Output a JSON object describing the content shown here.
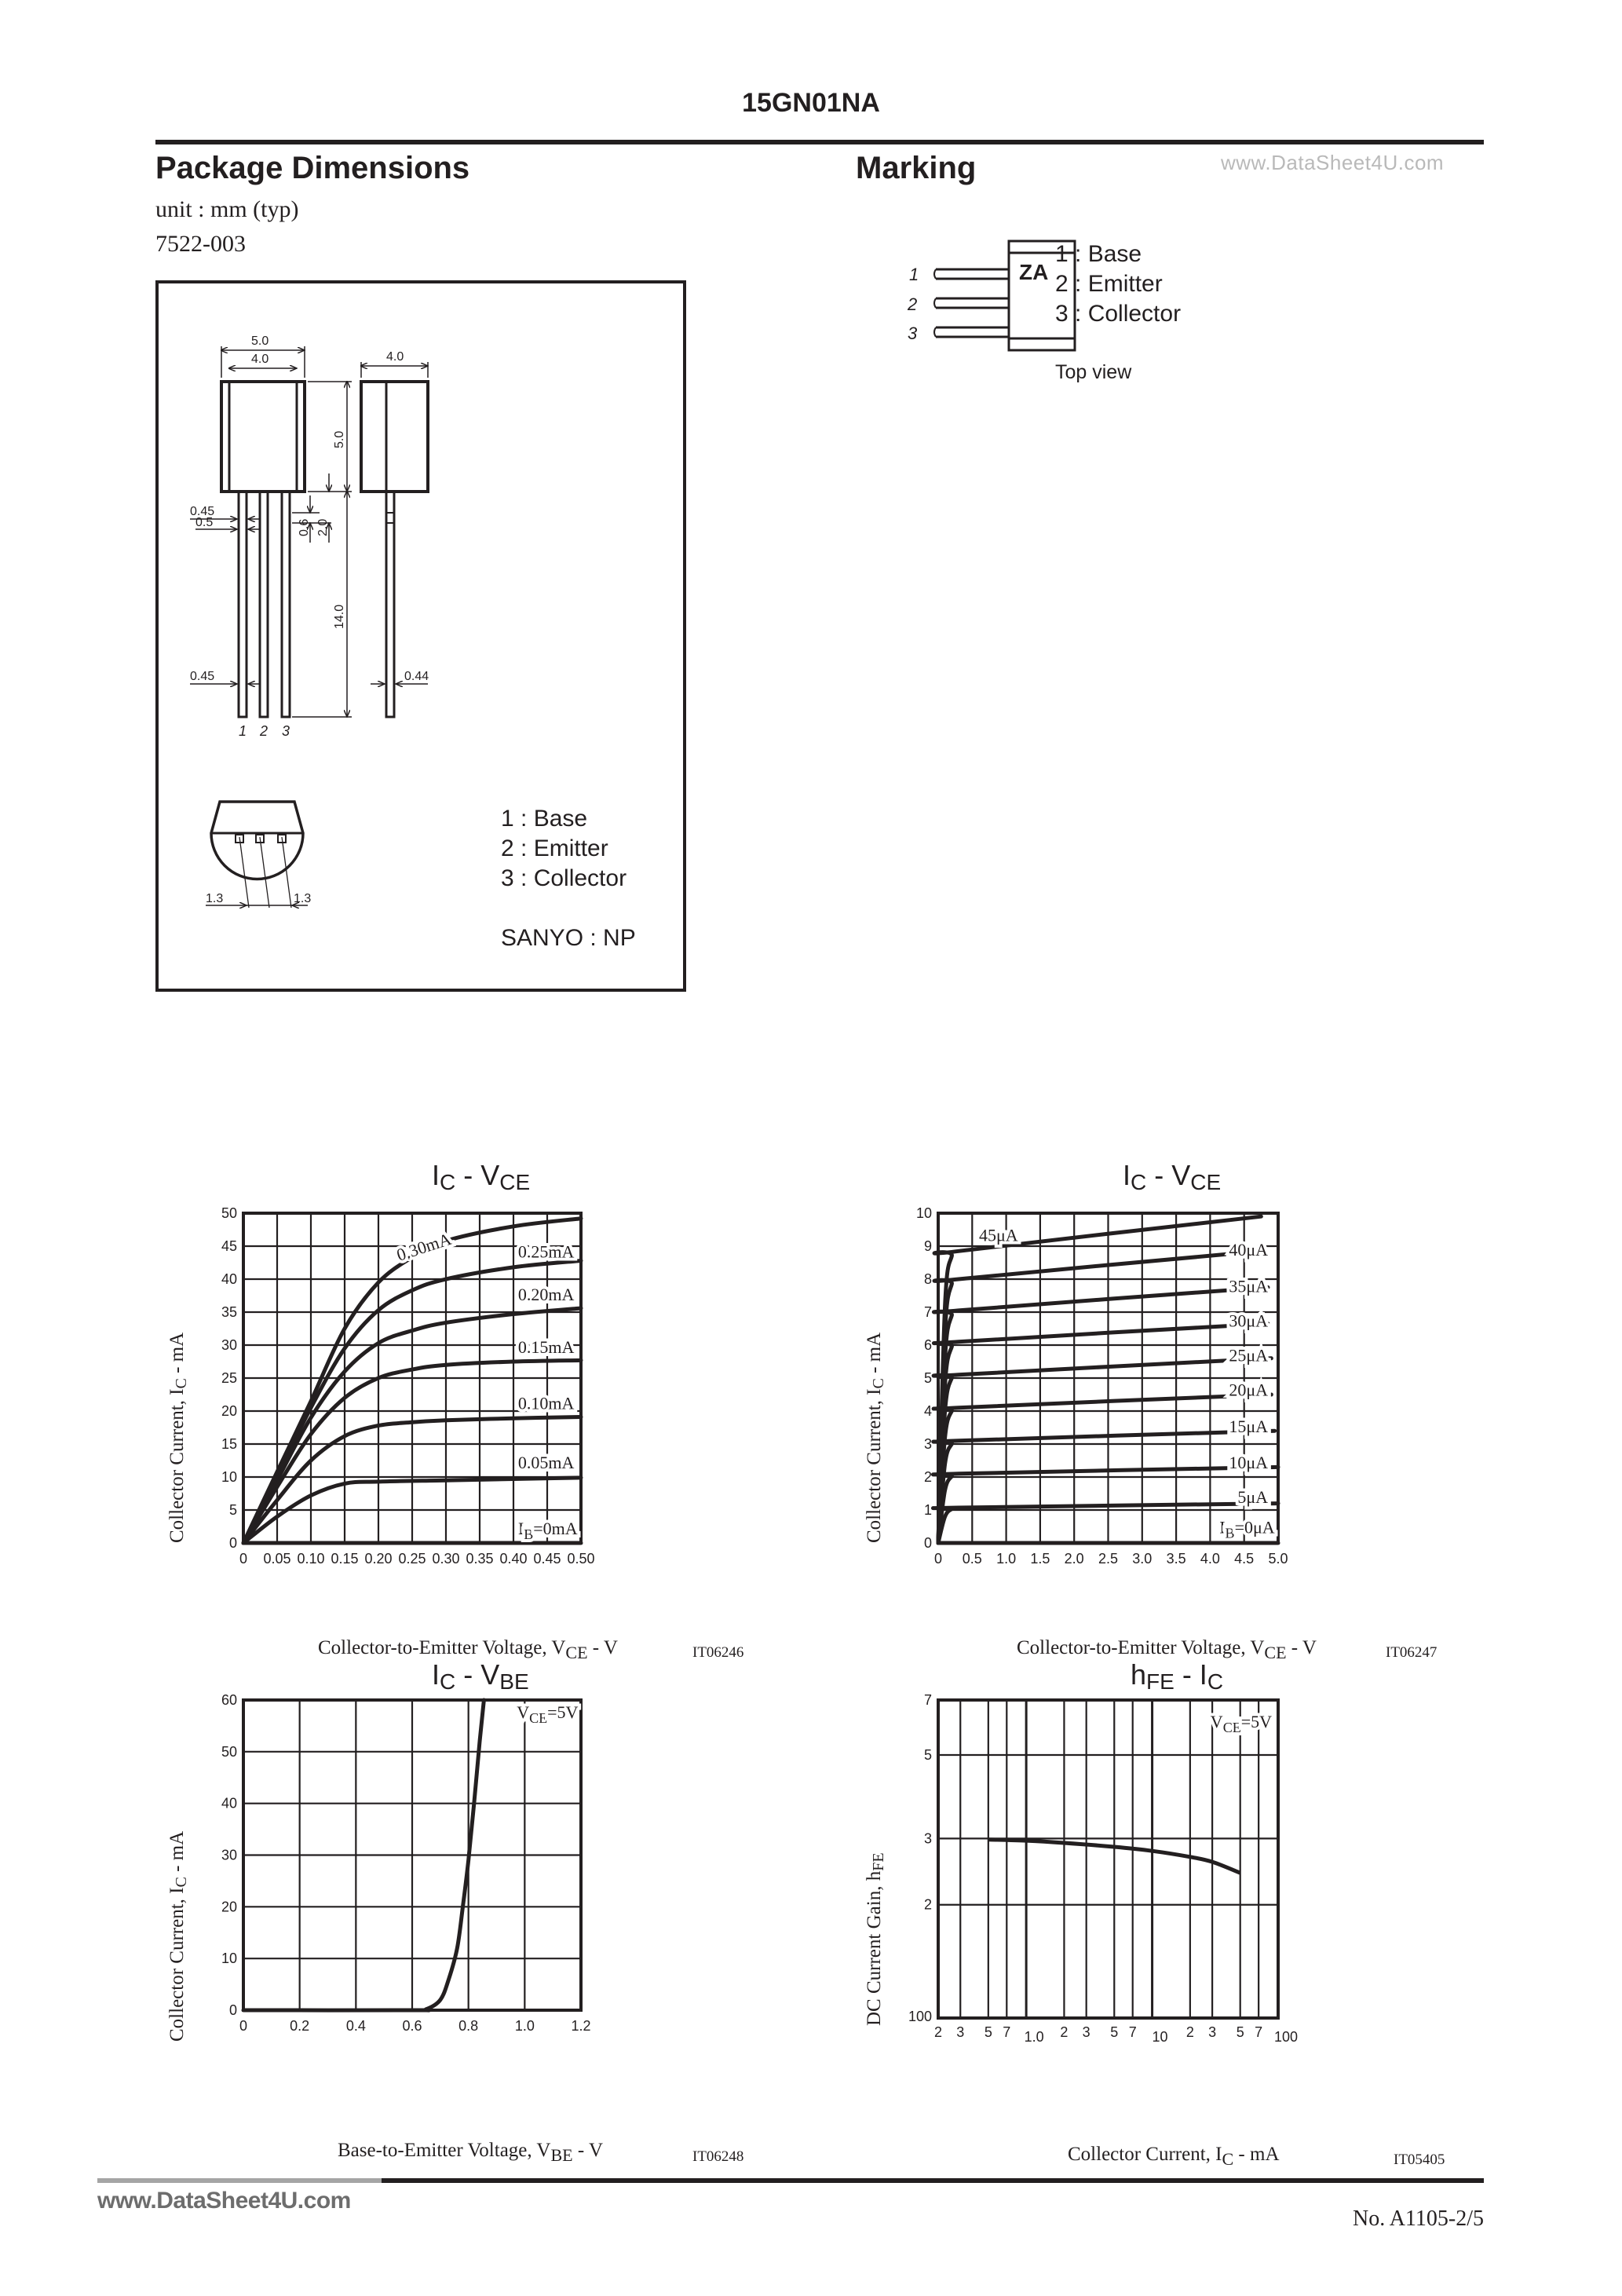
{
  "header": {
    "part_number": "15GN01NA",
    "watermark": "www.DataSheet4U.com"
  },
  "package_dimensions": {
    "title": "Package Dimensions",
    "unit": "unit : mm (typ)",
    "package_code": "7522-003",
    "dimensions": {
      "body_width_outer": "5.0",
      "body_width_inner": "4.0",
      "side_width": "4.0",
      "body_height": "5.0",
      "lead_width_top": "0.45",
      "lead_shoulder": "0.5",
      "shoulder_height": "0.6",
      "shoulder_offset": "2.0",
      "lead_length": "14.0",
      "lead_width_bottom": "0.45",
      "lead_thickness": "0.44",
      "pitch_left": "1.3",
      "pitch_right": "1.3"
    },
    "pin_numbers": [
      "1",
      "2",
      "3"
    ],
    "pins": [
      "1 : Base",
      "2 : Emitter",
      "3 : Collector"
    ],
    "package_name": "SANYO : NP"
  },
  "marking": {
    "title": "Marking",
    "code": "ZA",
    "pin_numbers": [
      "1",
      "2",
      "3"
    ],
    "pins": [
      "1 : Base",
      "2 : Emitter",
      "3 : Collector"
    ],
    "view": "Top view"
  },
  "chart_data": [
    {
      "id": "IT06246",
      "type": "line",
      "title": "IC - VCE",
      "xlabel": "Collector-to-Emitter Voltage, VCE - V",
      "ylabel": "Collector Current, IC - mA",
      "xlim": [
        0,
        0.5
      ],
      "ylim": [
        0,
        50
      ],
      "xticks": [
        "0",
        "0.05",
        "0.10",
        "0.15",
        "0.20",
        "0.25",
        "0.30",
        "0.35",
        "0.40",
        "0.45",
        "0.50"
      ],
      "yticks": [
        "0",
        "5",
        "10",
        "15",
        "20",
        "25",
        "30",
        "35",
        "40",
        "45",
        "50"
      ],
      "grid": true,
      "series": [
        {
          "name": "IB=0mA",
          "x": [
            0,
            0.5
          ],
          "y": [
            0,
            0
          ]
        },
        {
          "name": "0.05mA",
          "x": [
            0,
            0.05,
            0.1,
            0.15,
            0.2,
            0.3,
            0.4,
            0.5
          ],
          "y": [
            0,
            4,
            7.2,
            9.0,
            9.3,
            9.5,
            9.7,
            9.9
          ]
        },
        {
          "name": "0.10mA",
          "x": [
            0,
            0.05,
            0.1,
            0.15,
            0.2,
            0.25,
            0.3,
            0.4,
            0.5
          ],
          "y": [
            0,
            6.5,
            12.5,
            16.2,
            17.8,
            18.3,
            18.6,
            18.9,
            19.1
          ]
        },
        {
          "name": "0.15mA",
          "x": [
            0,
            0.05,
            0.1,
            0.15,
            0.2,
            0.25,
            0.3,
            0.4,
            0.5
          ],
          "y": [
            0,
            8.5,
            16.5,
            22,
            25,
            26.3,
            27,
            27.5,
            27.7
          ]
        },
        {
          "name": "0.20mA",
          "x": [
            0,
            0.05,
            0.1,
            0.15,
            0.2,
            0.25,
            0.3,
            0.4,
            0.5
          ],
          "y": [
            0,
            9.5,
            19,
            26,
            30.3,
            32.2,
            33.4,
            34.7,
            35.6
          ]
        },
        {
          "name": "0.25mA",
          "x": [
            0,
            0.05,
            0.1,
            0.15,
            0.2,
            0.25,
            0.3,
            0.4,
            0.5
          ],
          "y": [
            0,
            10.2,
            20.5,
            29.5,
            35.3,
            38.3,
            40,
            41.8,
            42.8
          ]
        },
        {
          "name": "0.30mA",
          "x": [
            0,
            0.05,
            0.1,
            0.15,
            0.2,
            0.25,
            0.3,
            0.4,
            0.5
          ],
          "y": [
            0,
            10.8,
            21.5,
            32.5,
            39.5,
            43.3,
            45.8,
            48,
            49.2
          ]
        }
      ],
      "annotations": [
        "0.30mA",
        "0.25mA",
        "0.20mA",
        "0.15mA",
        "0.10mA",
        "0.05mA",
        "IB=0mA"
      ],
      "code": "IT06246"
    },
    {
      "id": "IT06247",
      "type": "line",
      "title": "IC - VCE",
      "xlabel": "Collector-to-Emitter Voltage, VCE - V",
      "ylabel": "Collector Current, IC - mA",
      "xlim": [
        0,
        5.0
      ],
      "ylim": [
        0,
        10
      ],
      "xticks": [
        "0",
        "0.5",
        "1.0",
        "1.5",
        "2.0",
        "2.5",
        "3.0",
        "3.5",
        "4.0",
        "4.5",
        "5.0"
      ],
      "yticks": [
        "0",
        "1",
        "2",
        "3",
        "4",
        "5",
        "6",
        "7",
        "8",
        "9",
        "10"
      ],
      "grid": true,
      "series": [
        {
          "name": "IB=0μA",
          "x": [
            0,
            5.0
          ],
          "y": [
            0,
            0
          ]
        },
        {
          "name": "5μA",
          "x": [
            0,
            0.1,
            0.2,
            0.3,
            5.0
          ],
          "y": [
            0,
            0.8,
            1.03,
            1.07,
            1.2
          ]
        },
        {
          "name": "10μA",
          "x": [
            0,
            0.1,
            0.2,
            0.3,
            5.0
          ],
          "y": [
            0,
            1.6,
            2.02,
            2.1,
            2.3
          ]
        },
        {
          "name": "15μA",
          "x": [
            0,
            0.1,
            0.2,
            0.3,
            4.95
          ],
          "y": [
            0,
            2.4,
            3.0,
            3.1,
            3.4
          ]
        },
        {
          "name": "20μA",
          "x": [
            0,
            0.1,
            0.2,
            0.3,
            4.9
          ],
          "y": [
            0,
            3.2,
            4.0,
            4.1,
            4.5
          ]
        },
        {
          "name": "25μA",
          "x": [
            0,
            0.1,
            0.2,
            0.3,
            4.9
          ],
          "y": [
            0,
            4.0,
            5.0,
            5.1,
            5.6
          ]
        },
        {
          "name": "30μA",
          "x": [
            0,
            0.1,
            0.2,
            0.3,
            4.85
          ],
          "y": [
            0,
            4.8,
            5.95,
            6.1,
            6.65
          ]
        },
        {
          "name": "35μA",
          "x": [
            0,
            0.1,
            0.2,
            0.3,
            4.85
          ],
          "y": [
            0,
            5.6,
            6.9,
            7.05,
            7.75
          ]
        },
        {
          "name": "40μA",
          "x": [
            0,
            0.1,
            0.2,
            0.3,
            4.75
          ],
          "y": [
            0,
            6.4,
            7.85,
            8.0,
            8.85
          ]
        },
        {
          "name": "45μA",
          "x": [
            0,
            0.1,
            0.2,
            0.3,
            4.75
          ],
          "y": [
            0,
            7.2,
            8.7,
            8.85,
            9.9
          ]
        }
      ],
      "annotations": [
        "45μA",
        "40μA",
        "35μA",
        "30μA",
        "25μA",
        "20μA",
        "15μA",
        "10μA",
        "5μA",
        "IB=0μA"
      ],
      "code": "IT06247"
    },
    {
      "id": "IT06248",
      "type": "line",
      "title": "IC - VBE",
      "xlabel": "Base-to-Emitter Voltage, VBE - V",
      "ylabel": "Collector Current, IC - mA",
      "xlim": [
        0,
        1.2
      ],
      "ylim": [
        0,
        60
      ],
      "xticks": [
        "0",
        "0.2",
        "0.4",
        "0.6",
        "0.8",
        "1.0",
        "1.2"
      ],
      "yticks": [
        "0",
        "10",
        "20",
        "30",
        "40",
        "50",
        "60"
      ],
      "grid": true,
      "series": [
        {
          "name": "VCE=5V",
          "x": [
            0,
            0.6,
            0.65,
            0.7,
            0.73,
            0.76,
            0.78,
            0.8,
            0.82,
            0.84,
            0.855
          ],
          "y": [
            0,
            0,
            0.2,
            2,
            6,
            12,
            20,
            29,
            40,
            52,
            60
          ]
        }
      ],
      "annotations": [
        "VCE=5V"
      ],
      "code": "IT06248"
    },
    {
      "id": "IT05405",
      "type": "line",
      "title": "hFE - IC",
      "xlabel": "Collector Current, IC - mA",
      "ylabel": "DC Current Gain, hFE",
      "xscale": "log",
      "yscale": "log",
      "xlim": [
        0.2,
        100
      ],
      "ylim": [
        100,
        700
      ],
      "xticks": [
        "2",
        "3",
        "5",
        "7",
        "1.0",
        "2",
        "3",
        "5",
        "7",
        "10",
        "2",
        "3",
        "5",
        "7",
        "100"
      ],
      "yticks": [
        "100",
        "2",
        "3",
        "5",
        "7"
      ],
      "grid": true,
      "series": [
        {
          "name": "VCE=5V",
          "x": [
            0.5,
            1.0,
            2,
            5,
            10,
            20,
            30,
            50
          ],
          "y": [
            298,
            296,
            292,
            285,
            278,
            268,
            260,
            243
          ]
        }
      ],
      "annotations": [
        "VCE=5V"
      ],
      "code": "IT05405"
    }
  ],
  "charts_text": {
    "c1": {
      "title_main": "I",
      "title_sub1": "C",
      "title_mid": " - V",
      "title_sub2": "CE",
      "ylabel_a": "Collector Current, I",
      "ylabel_sub": "C",
      "ylabel_b": " - mA",
      "xlabel_a": "Collector-to-Emitter Voltage, V",
      "xlabel_sub": "CE",
      "xlabel_b": " - V",
      "code": "IT06246",
      "ib_a": "I",
      "ib_sub": "B",
      "ib_b": "=0mA"
    },
    "c2": {
      "title_main": "I",
      "title_sub1": "C",
      "title_mid": " - V",
      "title_sub2": "CE",
      "ylabel_a": "Collector Current, I",
      "ylabel_sub": "C",
      "ylabel_b": " - mA",
      "xlabel_a": "Collector-to-Emitter Voltage, V",
      "xlabel_sub": "CE",
      "xlabel_b": " - V",
      "code": "IT06247",
      "ib_a": "I",
      "ib_sub": "B",
      "ib_b": "=0μA"
    },
    "c3": {
      "title_main": "I",
      "title_sub1": "C",
      "title_mid": " - V",
      "title_sub2": "BE",
      "ylabel_a": "Collector Current, I",
      "ylabel_sub": "C",
      "ylabel_b": " - mA",
      "xlabel_a": "Base-to-Emitter Voltage, V",
      "xlabel_sub": "BE",
      "xlabel_b": " - V",
      "code": "IT06248",
      "cond_a": "V",
      "cond_sub": "CE",
      "cond_b": "=5V"
    },
    "c4": {
      "title_main": "h",
      "title_sub1": "FE",
      "title_mid": " - I",
      "title_sub2": "C",
      "ylabel_a": "DC Current Gain, h",
      "ylabel_sub": "FE",
      "ylabel_b": "",
      "xlabel_a": "Collector Current, I",
      "xlabel_sub": "C",
      "xlabel_b": " - mA",
      "code": "IT05405",
      "cond_a": "V",
      "cond_sub": "CE",
      "cond_b": "=5V"
    }
  },
  "footer": {
    "watermark": "www.DataSheet4U.com",
    "page_number": "No. A1105-2/5"
  }
}
